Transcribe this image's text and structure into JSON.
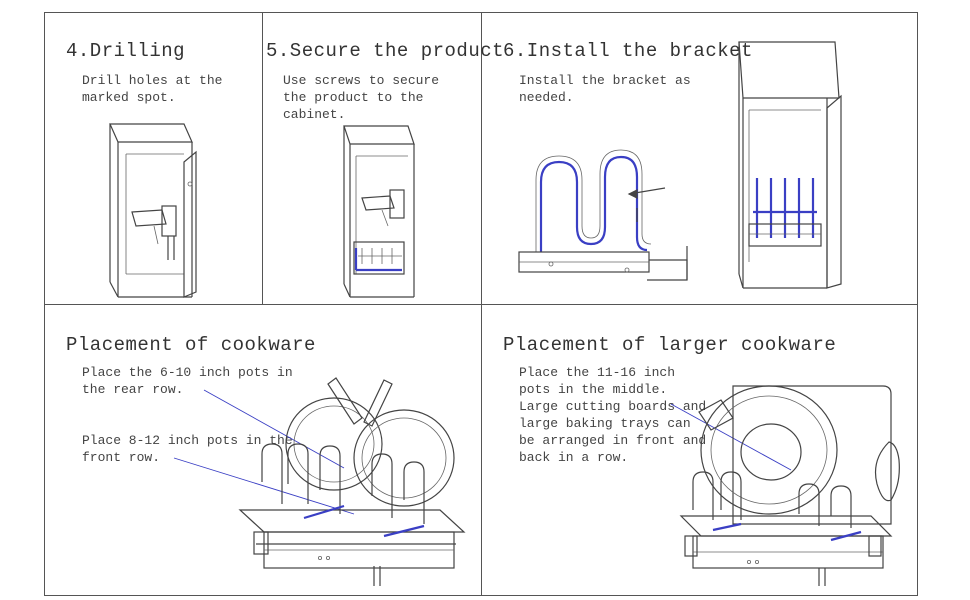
{
  "steps": [
    {
      "title": "4.Drilling",
      "text": "Drill holes at the\nmarked spot."
    },
    {
      "title": "5.Secure the product",
      "text": "Use screws to secure\nthe product to the\ncabinet."
    },
    {
      "title": "6.Install the bracket",
      "text": "Install the bracket as\nneeded."
    }
  ],
  "placement": {
    "title": "Placement of cookware",
    "rear_text": "Place the 6-10 inch pots in\nthe rear row.",
    "front_text": "Place 8-12 inch pots in the\nfront row."
  },
  "larger": {
    "title": "Placement of larger cookware",
    "text": "Place the 11-16 inch\npots in the middle.\nLarge cutting boards and\nlarge baking trays can\nbe arranged in front and\nback in a row."
  },
  "colors": {
    "line": "#444444",
    "accent": "#3a3fc4",
    "border": "#555555"
  }
}
